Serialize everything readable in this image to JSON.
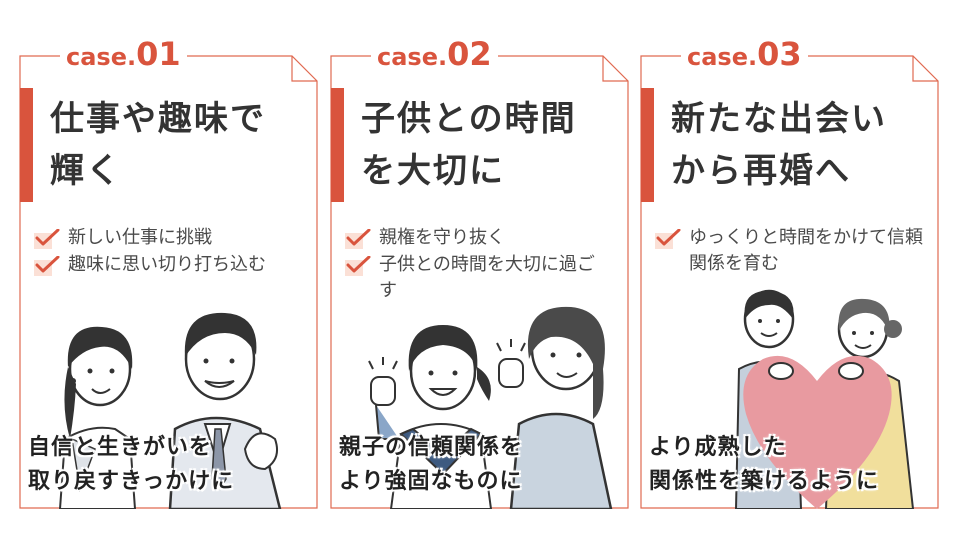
{
  "cards": [
    {
      "case_prefix": "case.",
      "case_number": "01",
      "title_lines": [
        "仕事や趣味で",
        "輝く"
      ],
      "checks": [
        "新しい仕事に挑戦",
        "趣味に思い切り打ち込む"
      ],
      "caption_lines": [
        "自信と生きがいを",
        "取り戻すきっかけに"
      ]
    },
    {
      "case_prefix": "case.",
      "case_number": "02",
      "title_lines": [
        "子供との時間",
        "を大切に"
      ],
      "checks": [
        "親権を守り抜く",
        "子供との時間を大切に過ごす"
      ],
      "caption_lines": [
        "親子の信頼関係を",
        "より強固なものに"
      ]
    },
    {
      "case_prefix": "case.",
      "case_number": "03",
      "title_lines": [
        "新たな出会い",
        "から再婚へ"
      ],
      "checks": [
        "ゆっくりと時間をかけて信頼関係を育む"
      ],
      "caption_lines": [
        "より成熟した",
        "関係性を築けるように"
      ]
    }
  ],
  "colors": {
    "accent": "#d9543d",
    "frame_line": "#e06a52",
    "check_fill": "#fbe0d6",
    "heart": "#e89aa0"
  },
  "icons": {
    "check": "check-icon",
    "corner": "folded-corner"
  }
}
